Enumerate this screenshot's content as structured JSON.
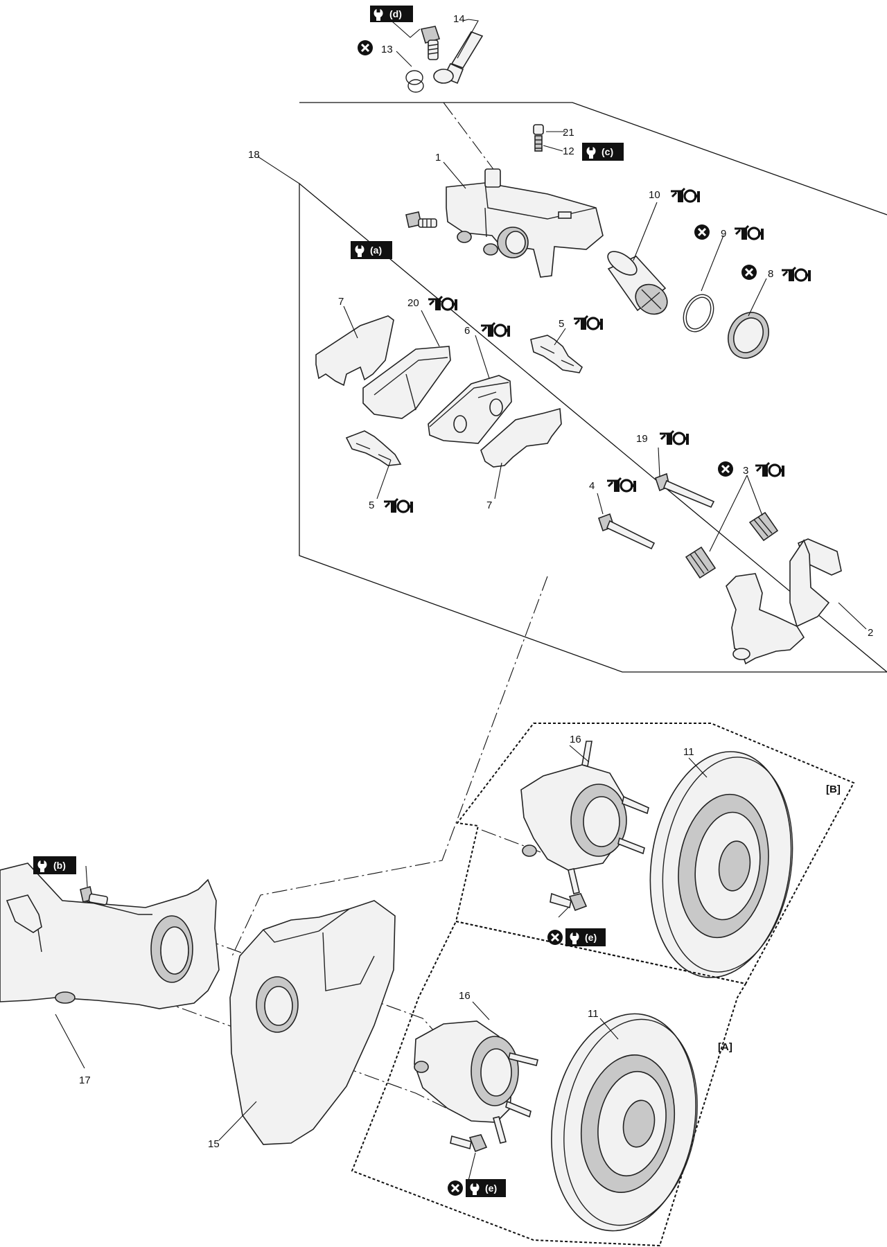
{
  "callouts": {
    "c1": "1",
    "c2": "2",
    "c3": "3",
    "c4": "4",
    "c5a": "5",
    "c5b": "5",
    "c6": "6",
    "c7a": "7",
    "c7b": "7",
    "c8": "8",
    "c9": "9",
    "c10": "10",
    "c11a": "11",
    "c11b": "11",
    "c12": "12",
    "c13": "13",
    "c14": "14",
    "c15": "15",
    "c16a": "16",
    "c16b": "16",
    "c17": "17",
    "c18": "18",
    "c19": "19",
    "c20": "20",
    "c21": "21"
  },
  "torque_badges": {
    "a": "(a)",
    "b": "(b)",
    "c": "(c)",
    "d": "(d)",
    "e1": "(e)",
    "e2": "(e)"
  },
  "view_labels": {
    "A": "[A]",
    "B": "[B]"
  },
  "icons": {
    "torque": "wrench-torque-icon",
    "grease": "grease-apply-icon",
    "replace": "do-not-reuse-x-icon"
  },
  "colors": {
    "ink": "#111111",
    "badge_bg": "#111111",
    "part_fill": "#f2f2f2",
    "shade": "#c8c8c8"
  }
}
